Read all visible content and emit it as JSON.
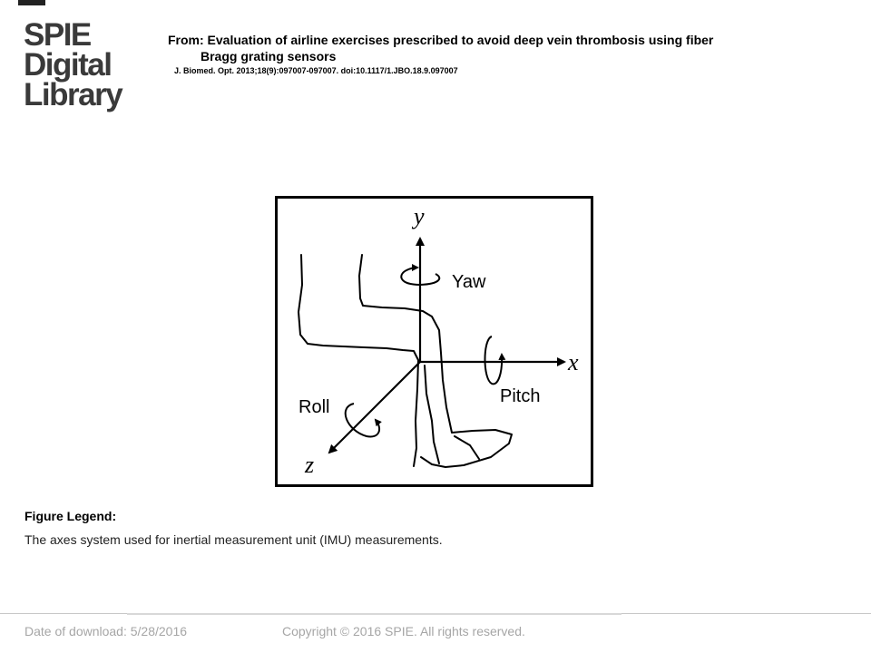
{
  "logo": {
    "line1": "SPIE",
    "line2": "Digital",
    "line3": "Library"
  },
  "header": {
    "title_line1": "From: Evaluation of airline exercises prescribed to avoid deep vein thrombosis using fiber",
    "title_line2": "Bragg grating sensors",
    "citation": "J. Biomed. Opt. 2013;18(9):097007-097007. doi:10.1117/1.JBO.18.9.097007"
  },
  "figure": {
    "labels": {
      "y_axis": "y",
      "x_axis": "x",
      "z_axis": "z",
      "yaw": "Yaw",
      "pitch": "Pitch",
      "roll": "Roll"
    }
  },
  "legend": {
    "title": "Figure Legend:",
    "text": "The axes system used for inertial measurement unit (IMU) measurements."
  },
  "footer": {
    "date": "Date of download:  5/28/2016",
    "copyright": "Copyright © 2016 SPIE. All rights reserved."
  }
}
